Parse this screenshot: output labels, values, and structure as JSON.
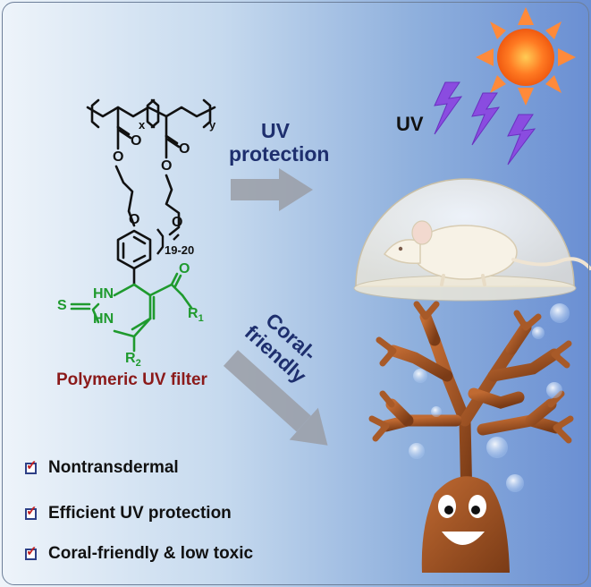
{
  "arrows": {
    "uv_protection": [
      "UV",
      "protection"
    ],
    "coral_friendly": [
      "Coral-",
      "friendly"
    ]
  },
  "molecule": {
    "subscript_x": "x",
    "subscript_y": "y",
    "peg_repeat": "19-20",
    "atom_O": "O",
    "atom_S": "S",
    "atom_HN": "HN",
    "atom_N": "N",
    "atom_H": "H",
    "r1_base": "R",
    "r1_sub": "1",
    "r2_base": "R",
    "r2_sub": "2",
    "backbone_color": "#111111",
    "chromophore_color": "#1f9a2e"
  },
  "filter_title": "Polymeric UV filter",
  "uv_label": "UV",
  "features": [
    {
      "label": "Nontransdermal",
      "icon": "checkbox-checked-icon"
    },
    {
      "label": "Efficient UV protection",
      "icon": "checkbox-checked-icon"
    },
    {
      "label": "Coral-friendly & low toxic",
      "icon": "checkbox-checked-icon"
    }
  ],
  "icons": [
    "sun-icon",
    "lightning-bolt-icon",
    "mouse-under-dome-icon",
    "smiling-coral-icon",
    "bubble-icon"
  ],
  "colors": {
    "title_red": "#8b1a1a",
    "arrow_text_blue": "#1e2f6e",
    "uv_bolt_purple": "#8a4ce0",
    "sun_orange": "#ff6a1a",
    "coral_brown": "#9a4f22"
  }
}
